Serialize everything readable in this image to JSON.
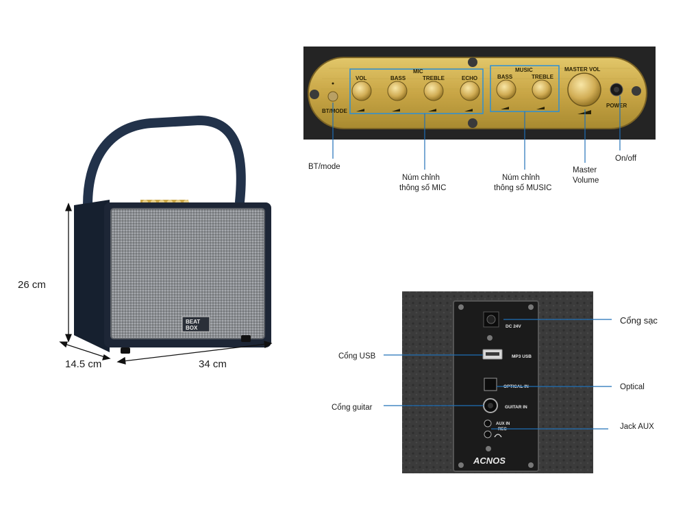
{
  "colors": {
    "callout_line": "#1f6fb8",
    "highlight_box": "#2a8fd8",
    "speaker_body": "#1d2636",
    "grille": "#8a8d91",
    "gold_panel": "#c9a646",
    "rear_panel": "#1b1b1b"
  },
  "dimensions": {
    "height": "26 cm",
    "depth": "14.5 cm",
    "width": "34 cm"
  },
  "speaker": {
    "logo_line1": "BEAT",
    "logo_line2": "BOX"
  },
  "top_panel": {
    "group_mic": "MIC",
    "group_music": "MUSIC",
    "knob_vol": "VOL",
    "knob_bass": "BASS",
    "knob_treble": "TREBLE",
    "knob_echo": "ECHO",
    "music_bass": "BASS",
    "music_treble": "TREBLE",
    "master_vol": "MASTER VOL",
    "bt_mode": "BT/MODE",
    "power": "POWER"
  },
  "top_callouts": {
    "bt_mode": "BT/mode",
    "mic_line1": "Núm chỉnh",
    "mic_line2": "thông số MIC",
    "music_line1": "Núm chỉnh",
    "music_line2": "thông số MUSIC",
    "master_line1": "Master",
    "master_line2": "Volume",
    "onoff": "On/off"
  },
  "rear_panel": {
    "dc": "DC 24V",
    "mp3_usb": "MP3 USB",
    "optical_in": "OPTICAL IN",
    "guitar_in": "GUITAR IN",
    "aux_in": "AUX IN",
    "rec": "REC",
    "brand": "ACNOS"
  },
  "rear_callouts": {
    "charge": "Cổng sạc",
    "usb": "Cổng USB",
    "optical": "Optical",
    "guitar": "Cổng guitar",
    "aux": "Jack AUX"
  }
}
